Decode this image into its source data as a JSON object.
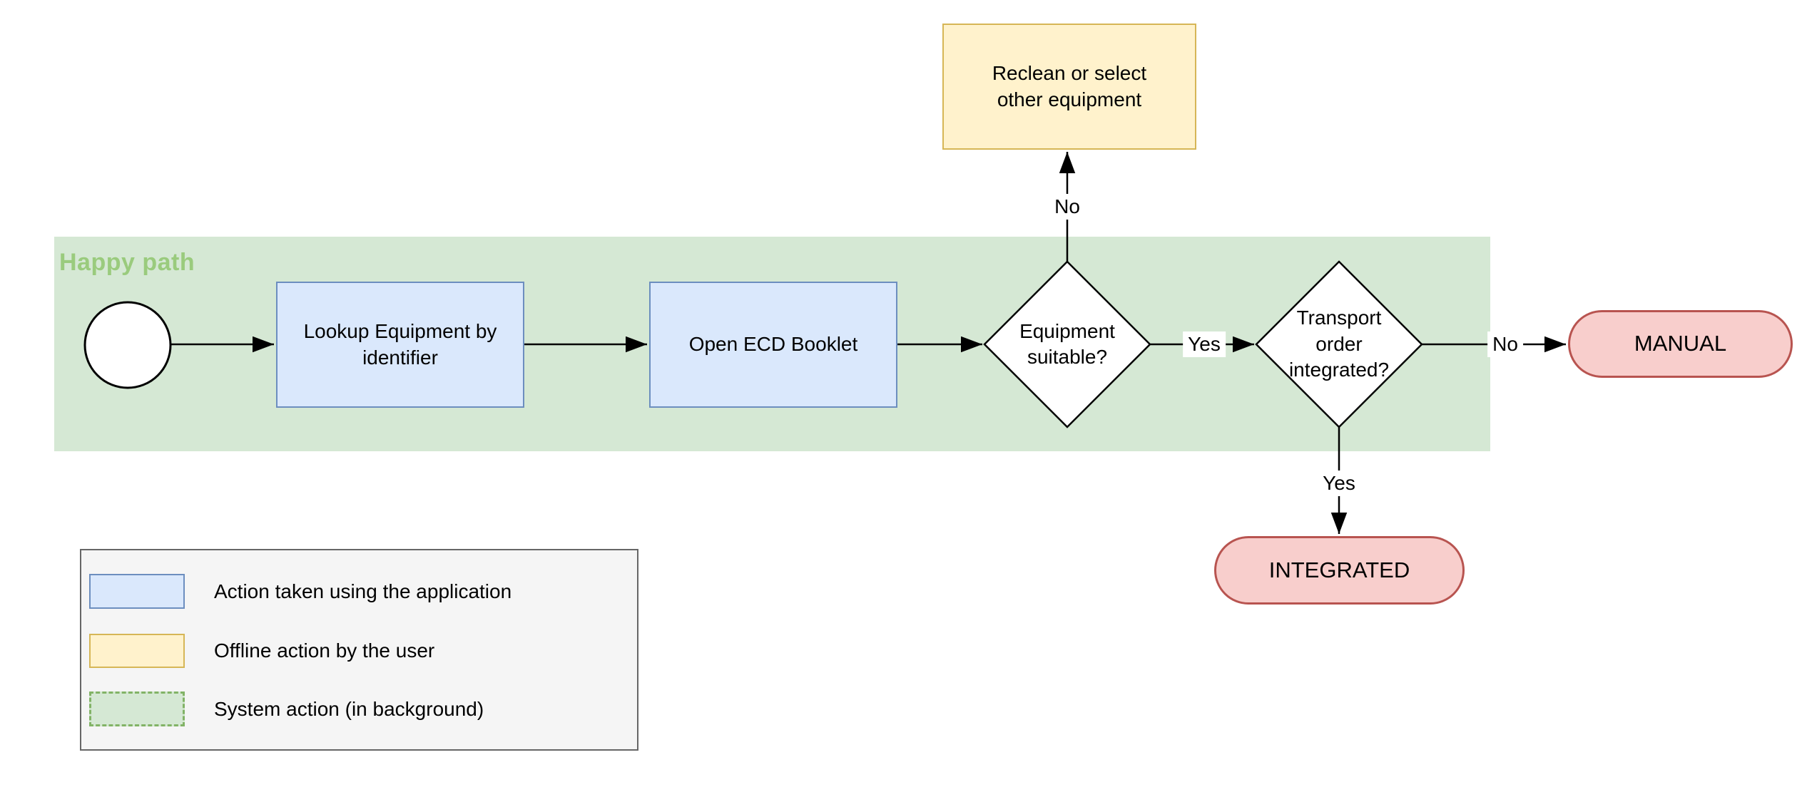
{
  "diagram": {
    "happy_path_label": "Happy path",
    "nodes": {
      "lookup": "Lookup Equipment by\nidentifier",
      "open_ecd": "Open ECD Booklet",
      "equipment_suitable": "Equipment\nsuitable?",
      "transport_order": "Transport\norder\nintegrated?",
      "reclean": "Reclean or select\nother equipment",
      "manual": "MANUAL",
      "integrated": "INTEGRATED"
    },
    "edge_labels": {
      "equipment_no": "No",
      "equipment_yes": "Yes",
      "transport_no": "No",
      "transport_yes": "Yes"
    }
  },
  "legend": {
    "items": [
      {
        "key": "application-action",
        "label": "Action taken using the application"
      },
      {
        "key": "offline-action",
        "label": "Offline action by the user"
      },
      {
        "key": "system-action",
        "label": "System action (in background)"
      }
    ]
  },
  "colors": {
    "happy_path_band": "#D5E8D4",
    "happy_path_text": "#9ACB7D",
    "application_action_fill": "#DAE8FC",
    "application_action_border": "#6C8EBF",
    "offline_action_fill": "#FFF2CC",
    "offline_action_border": "#D6B656",
    "terminal_fill": "#F8CECC",
    "terminal_border": "#B85450",
    "system_action_fill": "#D5E8D4",
    "system_action_border": "#82B366",
    "legend_background": "#F5F5F5",
    "legend_border": "#666666",
    "connector": "#000000"
  }
}
